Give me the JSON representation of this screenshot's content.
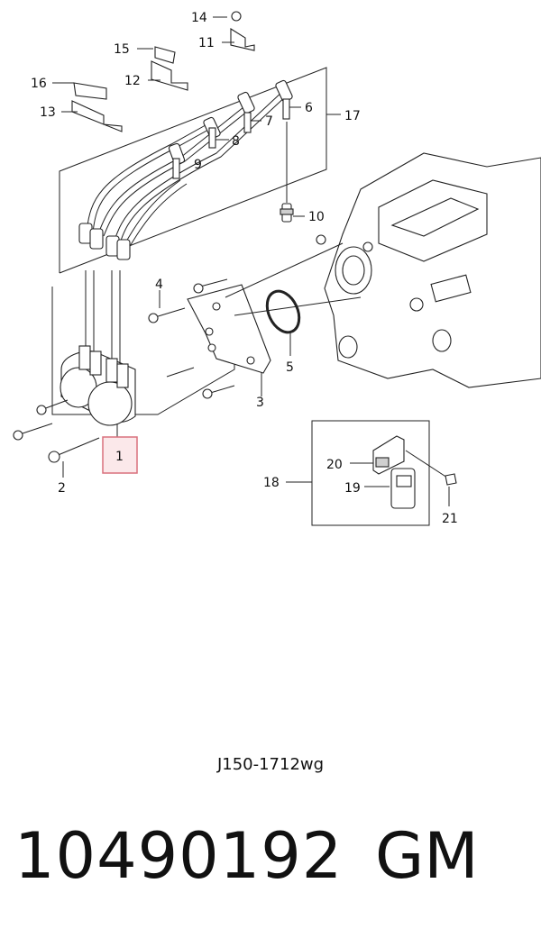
{
  "diagram": {
    "callouts": [
      {
        "id": "c1",
        "label": "1",
        "highlighted": true
      },
      {
        "id": "c2",
        "label": "2"
      },
      {
        "id": "c3",
        "label": "3"
      },
      {
        "id": "c4",
        "label": "4"
      },
      {
        "id": "c5",
        "label": "5"
      },
      {
        "id": "c6",
        "label": "6"
      },
      {
        "id": "c7",
        "label": "7"
      },
      {
        "id": "c8",
        "label": "8"
      },
      {
        "id": "c9",
        "label": "9"
      },
      {
        "id": "c10",
        "label": "10"
      },
      {
        "id": "c11",
        "label": "11"
      },
      {
        "id": "c12",
        "label": "12"
      },
      {
        "id": "c13",
        "label": "13"
      },
      {
        "id": "c14",
        "label": "14"
      },
      {
        "id": "c15",
        "label": "15"
      },
      {
        "id": "c16",
        "label": "16"
      },
      {
        "id": "c17",
        "label": "17"
      },
      {
        "id": "c18",
        "label": "18"
      },
      {
        "id": "c19",
        "label": "19"
      },
      {
        "id": "c20",
        "label": "20"
      },
      {
        "id": "c21",
        "label": "21"
      }
    ],
    "highlight_color": "#e8a0a8"
  },
  "drawing_code": "J150-1712wg",
  "part_number": "10490192",
  "brand": "GM"
}
